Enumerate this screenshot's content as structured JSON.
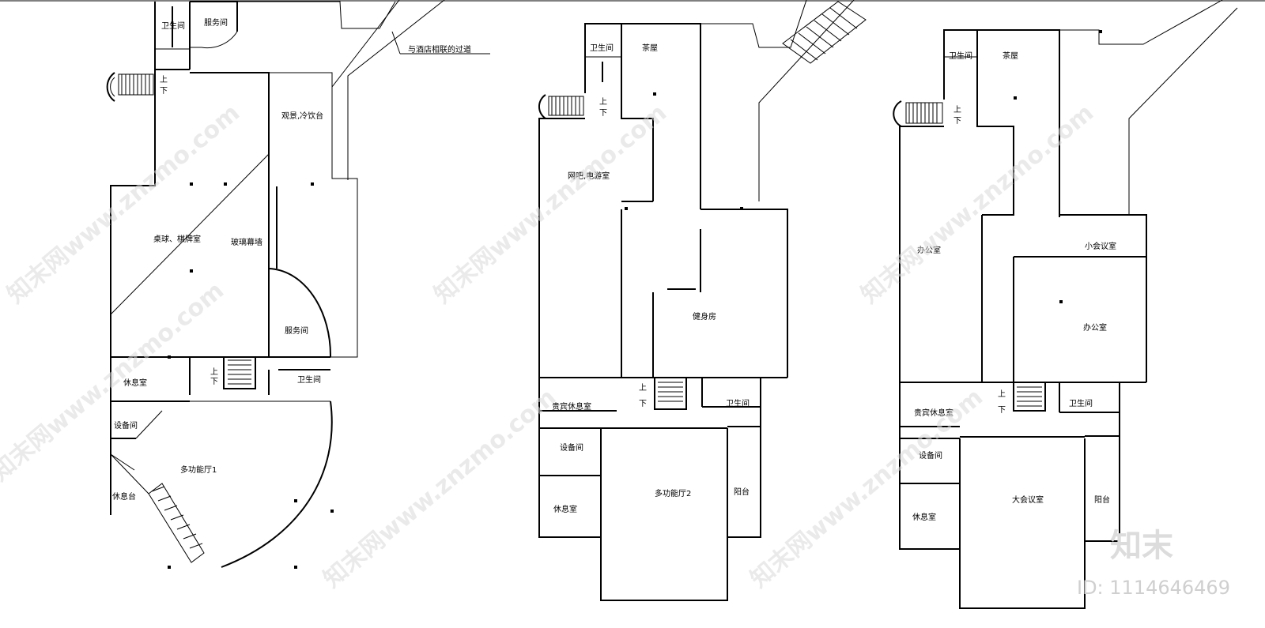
{
  "plans": [
    {
      "rooms": {
        "wc_top": "卫生间",
        "service_top": "服务间",
        "hotel_link": "与酒店相联的过道",
        "view_bar": "观景,冷饮台",
        "billiards": "桌球、棋牌室",
        "glass_wall": "玻璃幕墙",
        "service_mid": "服务间",
        "lounge": "休息室",
        "wc_mid": "卫生间",
        "equipment": "设备间",
        "hall": "多功能厅1",
        "rest_deck": "休息台"
      },
      "stair": {
        "up": "上",
        "down": "下"
      },
      "stair2": {
        "up": "上",
        "down": "下"
      }
    },
    {
      "rooms": {
        "wc_top": "卫生间",
        "tea": "茶屋",
        "netbar": "网吧,电游室",
        "gym": "健身房",
        "vip_lounge": "贵宾休息室",
        "wc_mid": "卫生间",
        "equipment": "设备间",
        "hall": "多功能厅2",
        "lounge": "休息室",
        "balcony": "阳台"
      },
      "stair": {
        "up": "上",
        "down": "下"
      },
      "stair2": {
        "up": "上",
        "down": "下"
      }
    },
    {
      "rooms": {
        "wc_top": "卫生间",
        "tea": "茶屋",
        "office": "办公室",
        "small_meeting": "小会议室",
        "office2": "办公室",
        "vip_lounge": "贵宾休息室",
        "wc_mid": "卫生间",
        "equipment": "设备间",
        "meeting": "大会议室",
        "lounge": "休息室",
        "balcony": "阳台"
      },
      "stair": {
        "up": "上",
        "down": "下"
      },
      "stair2": {
        "up": "上",
        "down": "下"
      }
    }
  ],
  "watermark": {
    "repeat": "知末网www.znzmo.com",
    "brand": "知末",
    "id": "ID: 1114646469"
  }
}
